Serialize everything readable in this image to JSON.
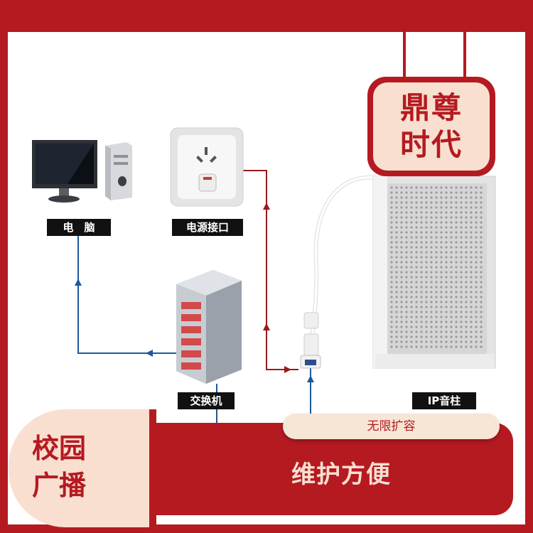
{
  "brand": {
    "line1": "鼎尊",
    "line2": "时代"
  },
  "labels": {
    "computer": "电　脑",
    "power": "电源接口",
    "switch": "交换机",
    "speaker": "IP音柱"
  },
  "banner": {
    "badge_line1": "校园",
    "badge_line2": "广播",
    "slogan": "维护方便",
    "pill": "无限扩容"
  },
  "colors": {
    "brand_red": "#b51a21",
    "cream": "#f9dfd0",
    "line_blue": "#1c5a9a",
    "line_red": "#9a1a1f"
  }
}
